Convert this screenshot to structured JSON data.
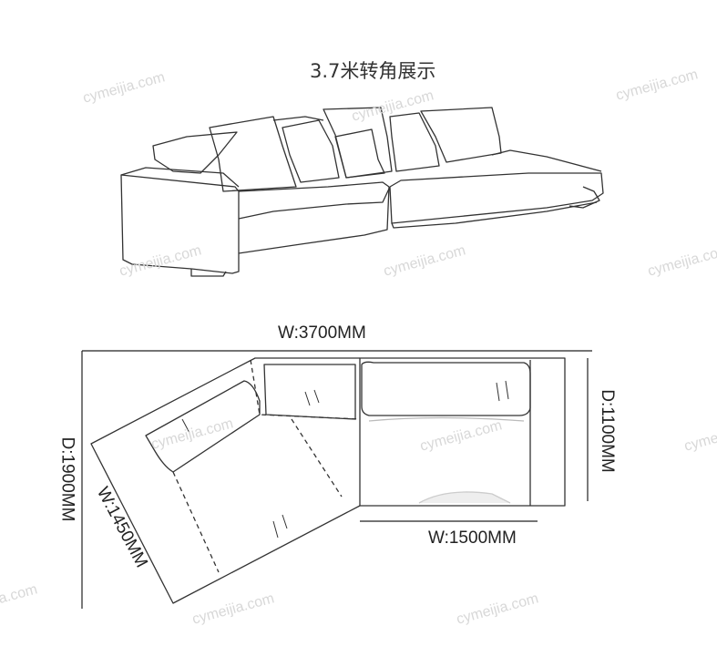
{
  "title": "3.7米转角展示",
  "dimensions": {
    "total_width": "W:3700MM",
    "total_depth": "D:1900MM",
    "chaise_depth": "D:1100MM",
    "chaise_width": "W:1500MM",
    "corner_width": "W:1450MM"
  },
  "watermark": "cymeijia.com"
}
